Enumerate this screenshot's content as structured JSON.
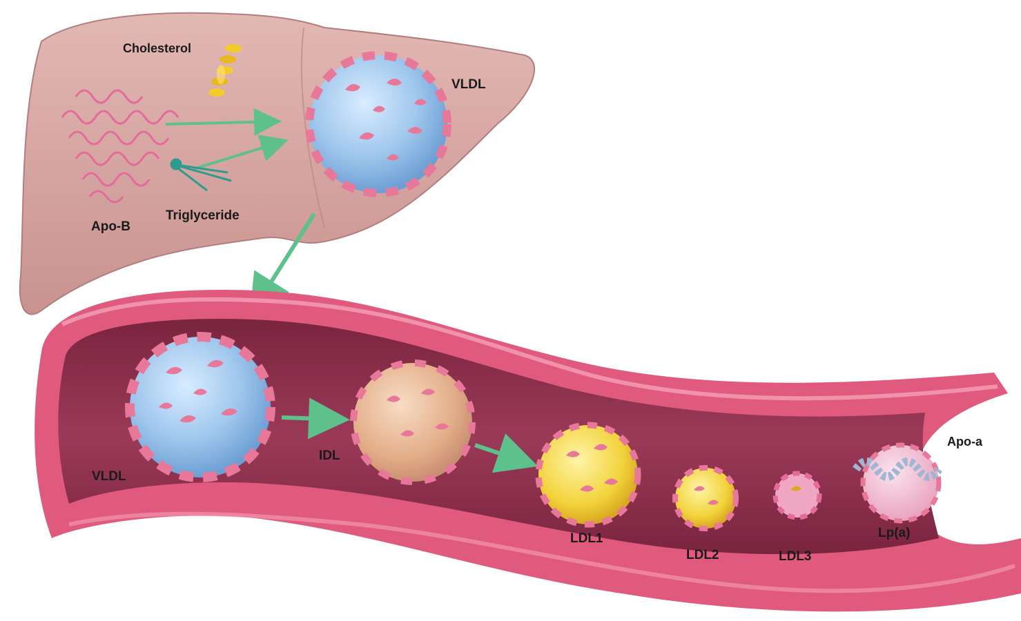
{
  "liver": {
    "labels": {
      "cholesterol": "Cholesterol",
      "vldl": "VLDL",
      "apob": "Apo-B",
      "triglyceride": "Triglyceride"
    }
  },
  "vessel": {
    "labels": {
      "vldl": "VLDL",
      "idl": "IDL",
      "ldl1": "LDL1",
      "ldl2": "LDL2",
      "ldl3": "LDL3",
      "lpa": "Lp(a)",
      "apoa": "Apo-a"
    }
  },
  "colors": {
    "liver": "#d9a8a4",
    "vessel_wall": "#e0567a",
    "vessel_lumen": "#8a2e4a",
    "vldl_core": "#9ec6ec",
    "idl_core": "#e6b38e",
    "ldl_core": "#f2d23a",
    "apoprotein": "#e8789a",
    "arrow": "#5ec08a"
  }
}
